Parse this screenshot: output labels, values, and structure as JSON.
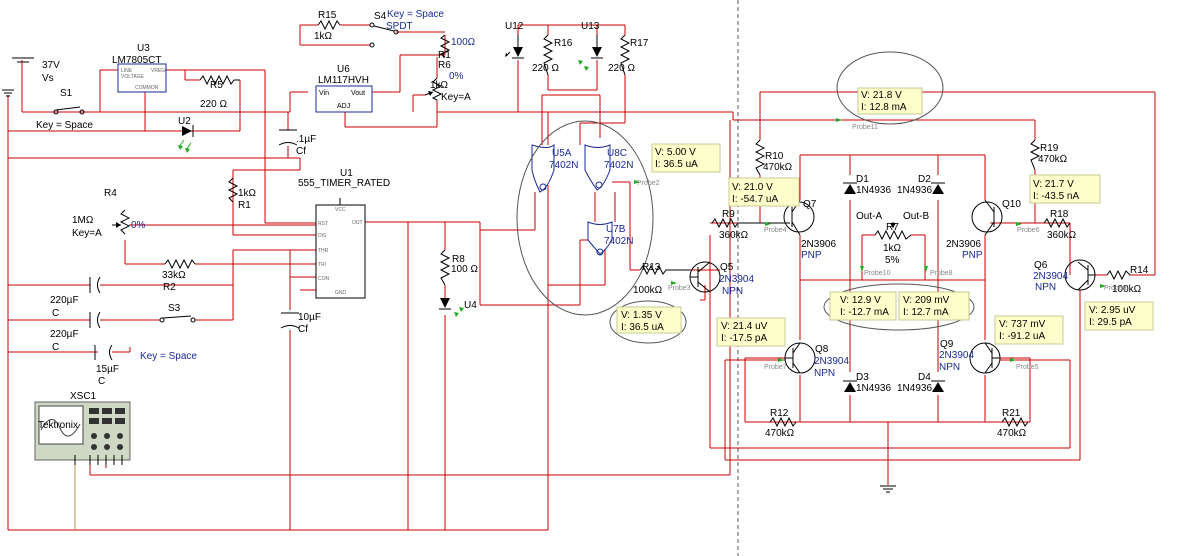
{
  "labels": {
    "vs_v": "37V",
    "vs_name": "Vs",
    "s1": "S1",
    "s1_key": "Key = Space",
    "u3": "U3",
    "u3_part": "LM7805CT",
    "u3_in": "LINE",
    "u3_out": "VREG",
    "u3_com": "COMMON",
    "u3_volt": "VOLTAGE",
    "r5": "R5",
    "r5_val": "220 Ω",
    "u2": "U2",
    "r15": "R15",
    "r15_val": "1kΩ",
    "s4": "S4",
    "s4_key": "Key = Space",
    "s4_type": "SPDT",
    "r1_val": "100Ω",
    "r1": "R1",
    "r6": "R6",
    "r6_val": "1kΩ",
    "r6_pct": "0%",
    "r6_key": "Key=A",
    "u6": "U6",
    "u6_part": "LM117HVH",
    "u6_vin": "Vin",
    "u6_vout": "Vout",
    "u6_adj": "ADJ",
    "cf1_val": ".1µF",
    "cf1": "Cf",
    "u1": "U1",
    "u1_part": "555_TIMER_RATED",
    "pin_rst": "RST",
    "pin_dis": "DIS",
    "pin_thr": "THR",
    "pin_tri": "TRI",
    "pin_con": "CON",
    "pin_vcc": "VCC",
    "pin_out": "OUT",
    "pin_gnd": "GND",
    "r1b_val": "1kΩ",
    "r1b": "R1",
    "r4": "R4",
    "r4_val": "1MΩ",
    "r4_key": "Key=A",
    "r4_pct": "0%",
    "r2_val": "33kΩ",
    "r2": "R2",
    "c220a_val": "220µF",
    "c220a": "C",
    "c220b_val": "220µF",
    "c220b": "C",
    "s3": "S3",
    "c15_val": "15µF",
    "c15": "C",
    "c15_key": "Key = Space",
    "cf2_val": "10µF",
    "cf2": "Cf",
    "r8": "R8",
    "r8_val": "100 Ω",
    "u4": "U4",
    "xsc1": "XSC1",
    "tek": "Tektronix",
    "u12": "U12",
    "r16": "R16",
    "r16_val": "220 Ω",
    "u13": "U13",
    "r17": "R17",
    "r17_val": "220 Ω",
    "u5a": "U5A",
    "u5a_part": "7402N",
    "u8c": "U8C",
    "u8c_part": "7402N",
    "u7b": "U7B",
    "u7b_part": "7402N",
    "r13": "R13",
    "r13_val": "100kΩ",
    "q5": "Q5",
    "q5_part": "2N3904",
    "q5_type": "NPN",
    "r9": "R9",
    "r9_val": "360kΩ",
    "r10": "R10",
    "r10_val": "470kΩ",
    "q7": "Q7",
    "q7_part": "2N3906",
    "q7_type": "PNP",
    "d1": "D1",
    "d1_part": "1N4936",
    "d2": "D2",
    "d2_part": "1N4936",
    "outa": "Out-A",
    "outb": "Out-B",
    "r7": "R7",
    "r7_val": "1kΩ",
    "r7_pct": "5%",
    "q10": "Q10",
    "q10_part": "2N3906",
    "q10_type": "PNP",
    "r19": "R19",
    "r19_val": "470kΩ",
    "r18": "R18",
    "r18_val": "360kΩ",
    "q6": "Q6",
    "q6_part": "2N3904",
    "q6_type": "NPN",
    "r14": "R14",
    "r14_val": "100kΩ",
    "q8": "Q8",
    "q8_part": "2N3904",
    "q8_type": "NPN",
    "q9": "Q9",
    "q9_part": "2N3904",
    "q9_type": "NPN",
    "d3": "D3",
    "d3_part": "1N4936",
    "d4": "D4",
    "d4_part": "1N4936",
    "r12": "R12",
    "r12_val": "470kΩ",
    "r21": "R21",
    "r21_val": "470kΩ"
  },
  "probes": {
    "p11": {
      "name": "Probe11",
      "v": "V: 21.8 V",
      "i": "I: 12.8 mA"
    },
    "p2": {
      "name": "Probe2",
      "v": "V: 5.00 V",
      "i": "I: 36.5 uA"
    },
    "p4": {
      "name": "Probe4",
      "v": "V: 21.0 V",
      "i": "I: -54.7 uA"
    },
    "p6": {
      "name": "Probe6",
      "v": "V: 21.7 V",
      "i": "I: -43.5 nA"
    },
    "p3": {
      "name": "Probe3",
      "v": "V: 1.35 V",
      "i": "I: 36.5 uA"
    },
    "p10": {
      "name": "Probe10",
      "v": "V: 12.9 V",
      "i": "I: -12.7 mA"
    },
    "p8": {
      "name": "Probe8",
      "v": "V: 209 mV",
      "i": "I: 12.7 mA"
    },
    "p7": {
      "name": "Probe7",
      "v": "V: 21.4 uV",
      "i": "I: -17.5 pA"
    },
    "p5": {
      "name": "Probe5",
      "v": "V: 737 mV",
      "i": "I: -91.2 uA"
    },
    "p9": {
      "name": "Probe9",
      "v": "V: 2.95 uV",
      "i": "I: 29.5 pA"
    }
  }
}
